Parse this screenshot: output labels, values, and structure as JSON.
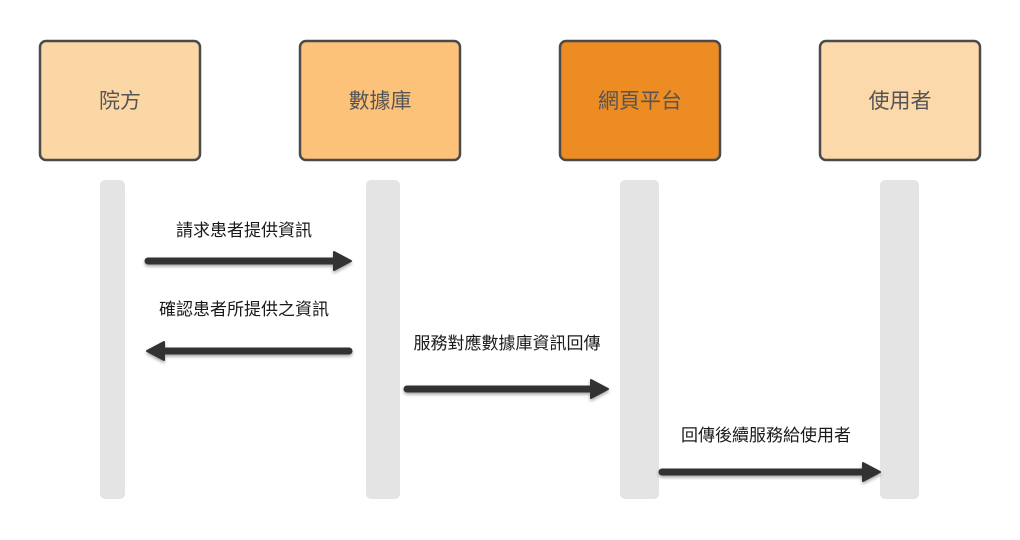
{
  "actors": [
    {
      "label": "院方",
      "fill": "#fcd7a6"
    },
    {
      "label": "數據庫",
      "fill": "#fdc27a"
    },
    {
      "label": "網頁平台",
      "fill": "#ee8c24"
    },
    {
      "label": "使用者",
      "fill": "#fcd9aa"
    }
  ],
  "messages": [
    {
      "label": "請求患者提供資訊",
      "from": 0,
      "to": 1
    },
    {
      "label": "確認患者所提供之資訊",
      "from": 1,
      "to": 0
    },
    {
      "label": "服務對應數據庫資訊回傳",
      "from": 1,
      "to": 2
    },
    {
      "label": "回傳後續服務給使用者",
      "from": 2,
      "to": 3
    }
  ],
  "colors": {
    "arrow": "#333333",
    "lifeline": "#e4e4e4",
    "box_border": "#4a4a4a"
  }
}
